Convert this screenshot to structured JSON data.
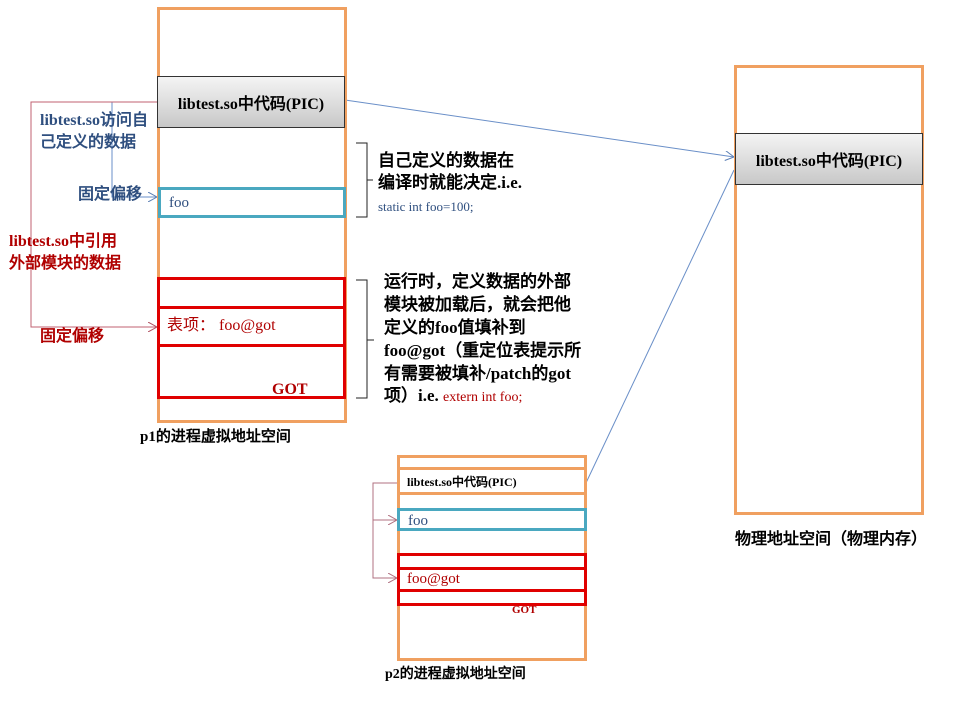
{
  "p1": {
    "code_label": "libtest.so中代码(PIC)",
    "foo_label": "foo",
    "got_entry_label": "表项： foo@got",
    "got_label": "GOT",
    "caption": "p1的进程虚拟地址空间",
    "access_own_label": [
      "libtest.so访问自",
      "己定义的数据"
    ],
    "fixed_offset_blue": "固定偏移",
    "extern_ref_label": [
      "libtest.so中引用",
      "外部模块的数据"
    ],
    "fixed_offset_red": "固定偏移"
  },
  "notes": {
    "static_note": [
      "自己定义的数据在",
      "编译时就能决定.i.e."
    ],
    "static_code": "static int foo=100;",
    "runtime_note": [
      "运行时，定义数据的外部",
      "模块被加载后，就会把他",
      "定义的foo值填补到",
      "foo@got（重定位表提示所",
      "有需要被填补/patch的got"
    ],
    "runtime_last": "项）i.e. ",
    "extern_code": "extern int foo;"
  },
  "physical": {
    "code_label": "libtest.so中代码(PIC)",
    "caption": "物理地址空间（物理内存）"
  },
  "p2": {
    "code_label": "libtest.so中代码(PIC)",
    "foo_label": "foo",
    "got_entry_label": "foo@got",
    "got_label": "GOT",
    "caption": "p2的进程虚拟地址空间"
  },
  "colors": {
    "orange": "#f0a060",
    "teal": "#4aa8c0",
    "red": "#e00000",
    "blue_text": "#2f4f7f",
    "dark_red_text": "#b00000"
  }
}
